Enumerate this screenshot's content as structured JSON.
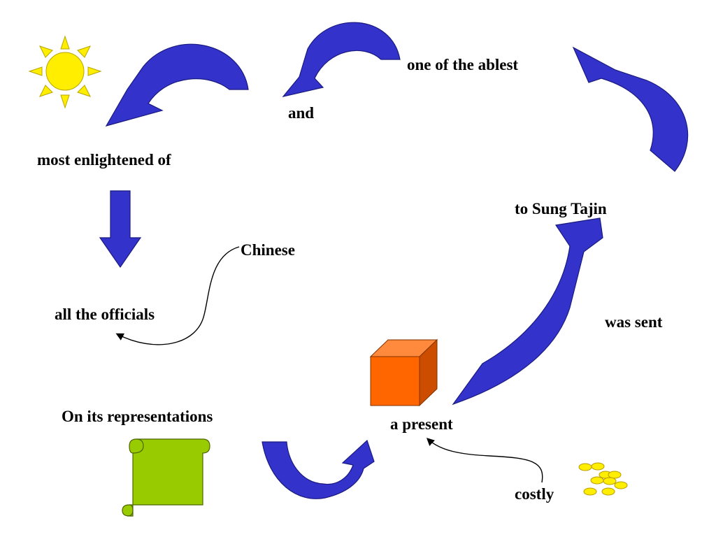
{
  "colors": {
    "arrow_fill": "#3333cc",
    "arrow_stroke": "#1a1a80",
    "sun_fill": "#ffee00",
    "sun_stroke": "#b8a600",
    "cube_front": "#ff6600",
    "cube_top": "#ff8a3d",
    "cube_side": "#cc4d00",
    "scroll_fill": "#99cc00",
    "scroll_stroke": "#4d6600",
    "coin_fill": "#ffee00",
    "coin_stroke": "#b89a00",
    "text": "#000000"
  },
  "icons": [
    "sun-icon",
    "cube-icon",
    "scroll-icon",
    "coins-icon",
    "arrow-icon"
  ],
  "labels": {
    "one_of_the_ablest": "one of the ablest",
    "and": "and",
    "most_enlightened_of": "most enlightened of",
    "chinese": "Chinese",
    "all_the_officials": "all the officials",
    "to_sung_tajin": "to Sung Tajin",
    "was_sent": "was sent",
    "on_its_representations": "On its representations",
    "a_present": "a present",
    "costly": "costly"
  }
}
